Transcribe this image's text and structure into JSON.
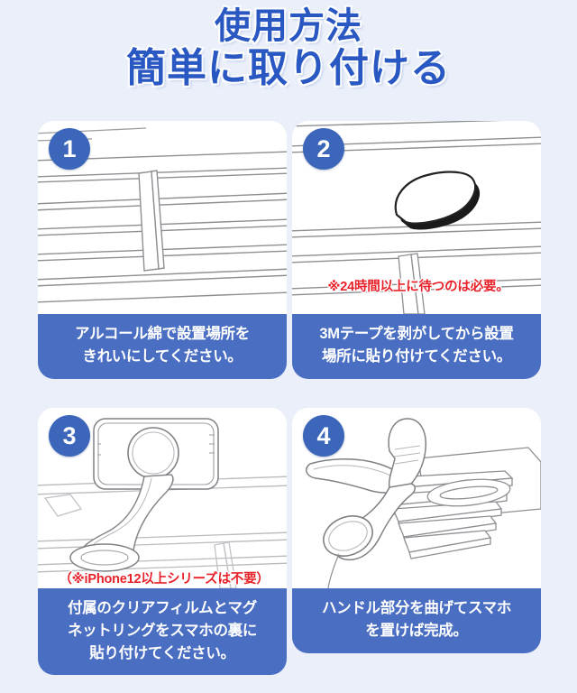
{
  "page": {
    "background_color": "#eaeffa",
    "title_color": "#2a58c2",
    "badge_color": "#3b66b9",
    "caption_bar_color": "#4a6ec2",
    "note_color": "#e8222a"
  },
  "title": {
    "line1": "使用方法",
    "line2": "簡単に取り付ける"
  },
  "steps": [
    {
      "number": "1",
      "illustration": "car-air-vent-slats",
      "note": "",
      "caption_lines": [
        "アルコール綿で設置場所を",
        "きれいにしてください。"
      ]
    },
    {
      "number": "2",
      "illustration": "adhesive-pad-on-vent",
      "note": "※24時間以上に待つのは必要。",
      "caption_lines": [
        "3Mテープを剥がしてから設置",
        "場所に貼り付けてください。"
      ]
    },
    {
      "number": "3",
      "illustration": "phone-on-magnetic-arm",
      "note": "（※iPhone12以上シリーズは不要）",
      "caption_lines": [
        "付属のクリアフィルムとマグ",
        "ネットリングをスマホの裏に",
        "貼り付けてください。"
      ]
    },
    {
      "number": "4",
      "illustration": "handle-bent-over-vent-fins",
      "note": "",
      "caption_lines": [
        "ハンドル部分を曲げてスマホ",
        "を置けば完成。"
      ]
    }
  ]
}
